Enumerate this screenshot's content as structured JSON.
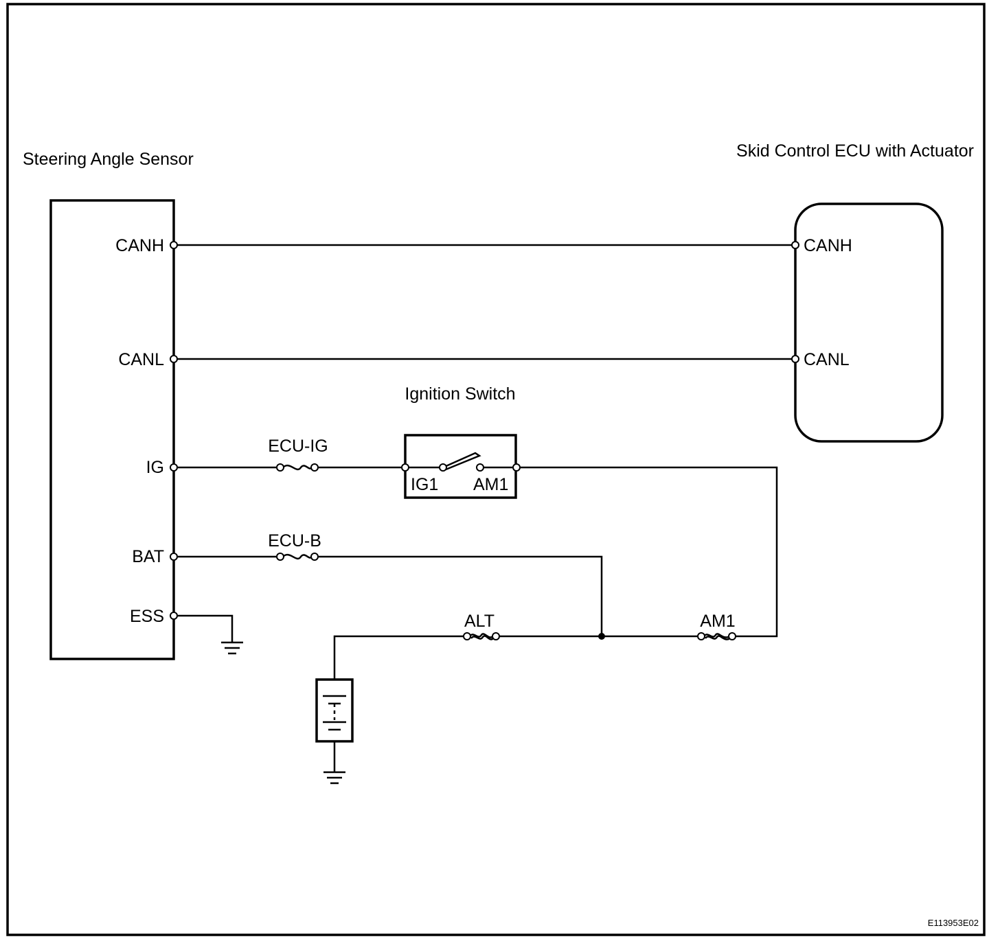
{
  "diagram": {
    "components": {
      "sensor": "Steering Angle Sensor",
      "ecu": "Skid Control ECU with Actuator",
      "ignition_switch": "Ignition Switch"
    },
    "sensor_pins": {
      "canh": "CANH",
      "canl": "CANL",
      "ig": "IG",
      "bat": "BAT",
      "ess": "ESS"
    },
    "ecu_pins": {
      "canh": "CANH",
      "canl": "CANL"
    },
    "switch_terminals": {
      "ig1": "IG1",
      "am1": "AM1"
    },
    "fuses": {
      "ecu_ig": "ECU-IG",
      "ecu_b": "ECU-B",
      "alt": "ALT",
      "am1": "AM1"
    },
    "figure_code": "E113953E02"
  }
}
